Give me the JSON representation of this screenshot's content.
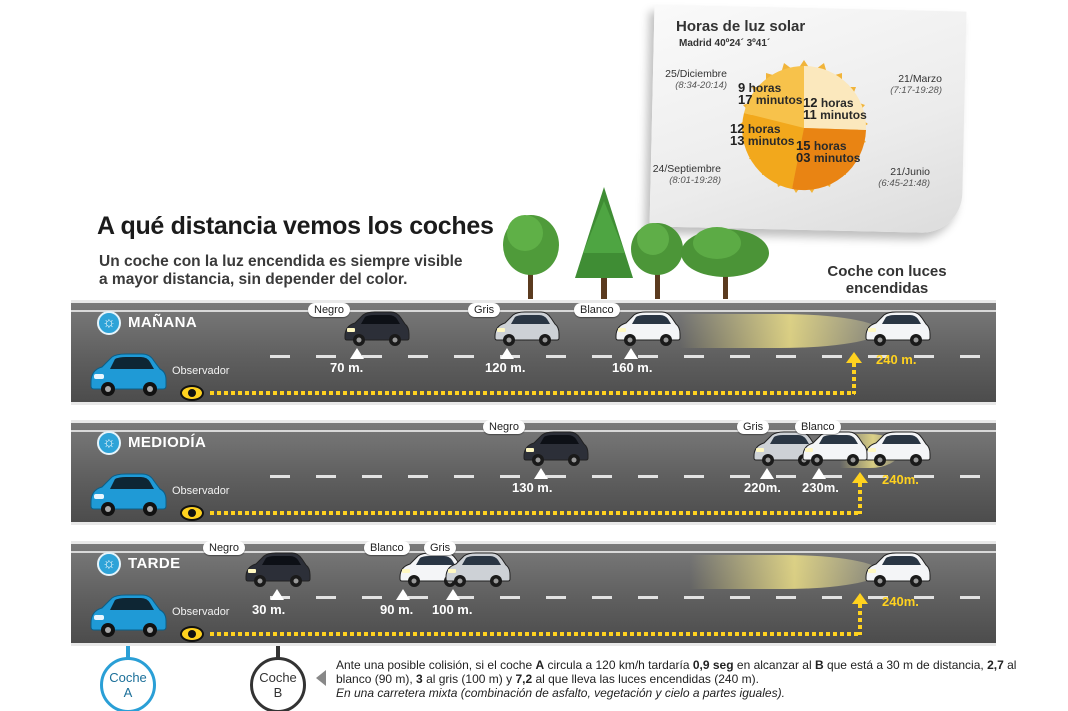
{
  "title": "A qué distancia vemos los coches",
  "subtitle_line1": "Un coche con la luz encendida es siempre visible",
  "subtitle_line2": "a mayor distancia, sin depender del color.",
  "lights_label_line1": "Coche con luces",
  "lights_label_line2": "encendidas",
  "sun_panel": {
    "title": "Horas de luz solar",
    "subtitle": "Madrid 40º24´ 3º41´",
    "dates": [
      {
        "date": "25/Diciembre",
        "hours": "(8:34-20:14)"
      },
      {
        "date": "21/Marzo",
        "hours": "(7:17-19:28)"
      },
      {
        "date": "24/Septiembre",
        "hours": "(8:01-19:28)"
      },
      {
        "date": "21/Junio",
        "hours": "(6:45-21:48)"
      }
    ],
    "wedges": [
      {
        "num_h": "9",
        "label_h": "horas",
        "num_m": "17",
        "label_m": "minutos",
        "color": "#f7c24b"
      },
      {
        "num_h": "12",
        "label_h": "horas",
        "num_m": "11",
        "label_m": "minutos",
        "color": "#fbe8bd"
      },
      {
        "num_h": "12",
        "label_h": "horas",
        "num_m": "13",
        "label_m": "minutos",
        "color": "#f2a81c"
      },
      {
        "num_h": "15",
        "label_h": "horas",
        "num_m": "03",
        "label_m": "minutos",
        "color": "#e98413"
      }
    ]
  },
  "lanes": [
    {
      "period": "MAÑANA",
      "observer": "Observador",
      "cars": [
        {
          "label": "Negro",
          "distance": "70 m."
        },
        {
          "label": "Gris",
          "distance": "120 m."
        },
        {
          "label": "Blanco",
          "distance": "160 m."
        }
      ],
      "lights_distance": "240 m."
    },
    {
      "period": "MEDIODÍA",
      "observer": "Observador",
      "cars": [
        {
          "label": "Negro",
          "distance": "130 m."
        },
        {
          "label": "Gris",
          "distance": "220m."
        },
        {
          "label": "Blanco",
          "distance": "230m."
        }
      ],
      "lights_distance": "240m."
    },
    {
      "period": "TARDE",
      "observer": "Observador",
      "cars": [
        {
          "label": "Negro",
          "distance": "30 m."
        },
        {
          "label": "Blanco",
          "distance": "90 m."
        },
        {
          "label": "Gris",
          "distance": "100 m."
        }
      ],
      "lights_distance": "240m."
    }
  ],
  "car_a": {
    "line1": "Coche",
    "line2": "A"
  },
  "car_b": {
    "line1": "Coche",
    "line2": "B"
  },
  "note": {
    "p1": "Ante una posible colisión, si el coche ",
    "a": "A",
    "p2": " circula a 120 km/h tardaría ",
    "t1": "0,9 seg",
    "p3": " en alcanzar al ",
    "b": "B",
    "p4": " que está a 30 m de distancia, ",
    "t2": "2,7",
    "p5": " al blanco (90 m), ",
    "t3": "3",
    "p6": " al gris (100 m) y ",
    "t4": "7,2",
    "p7": " al que lleva las luces encendidas (240 m).",
    "footnote": "En una carretera mixta (combinación de asfalto, vegetación y cielo a partes iguales)."
  },
  "colors": {
    "accent_blue": "#2ea3d8",
    "highlight_yellow": "#ffd21f",
    "road": "#5f5f5f"
  }
}
